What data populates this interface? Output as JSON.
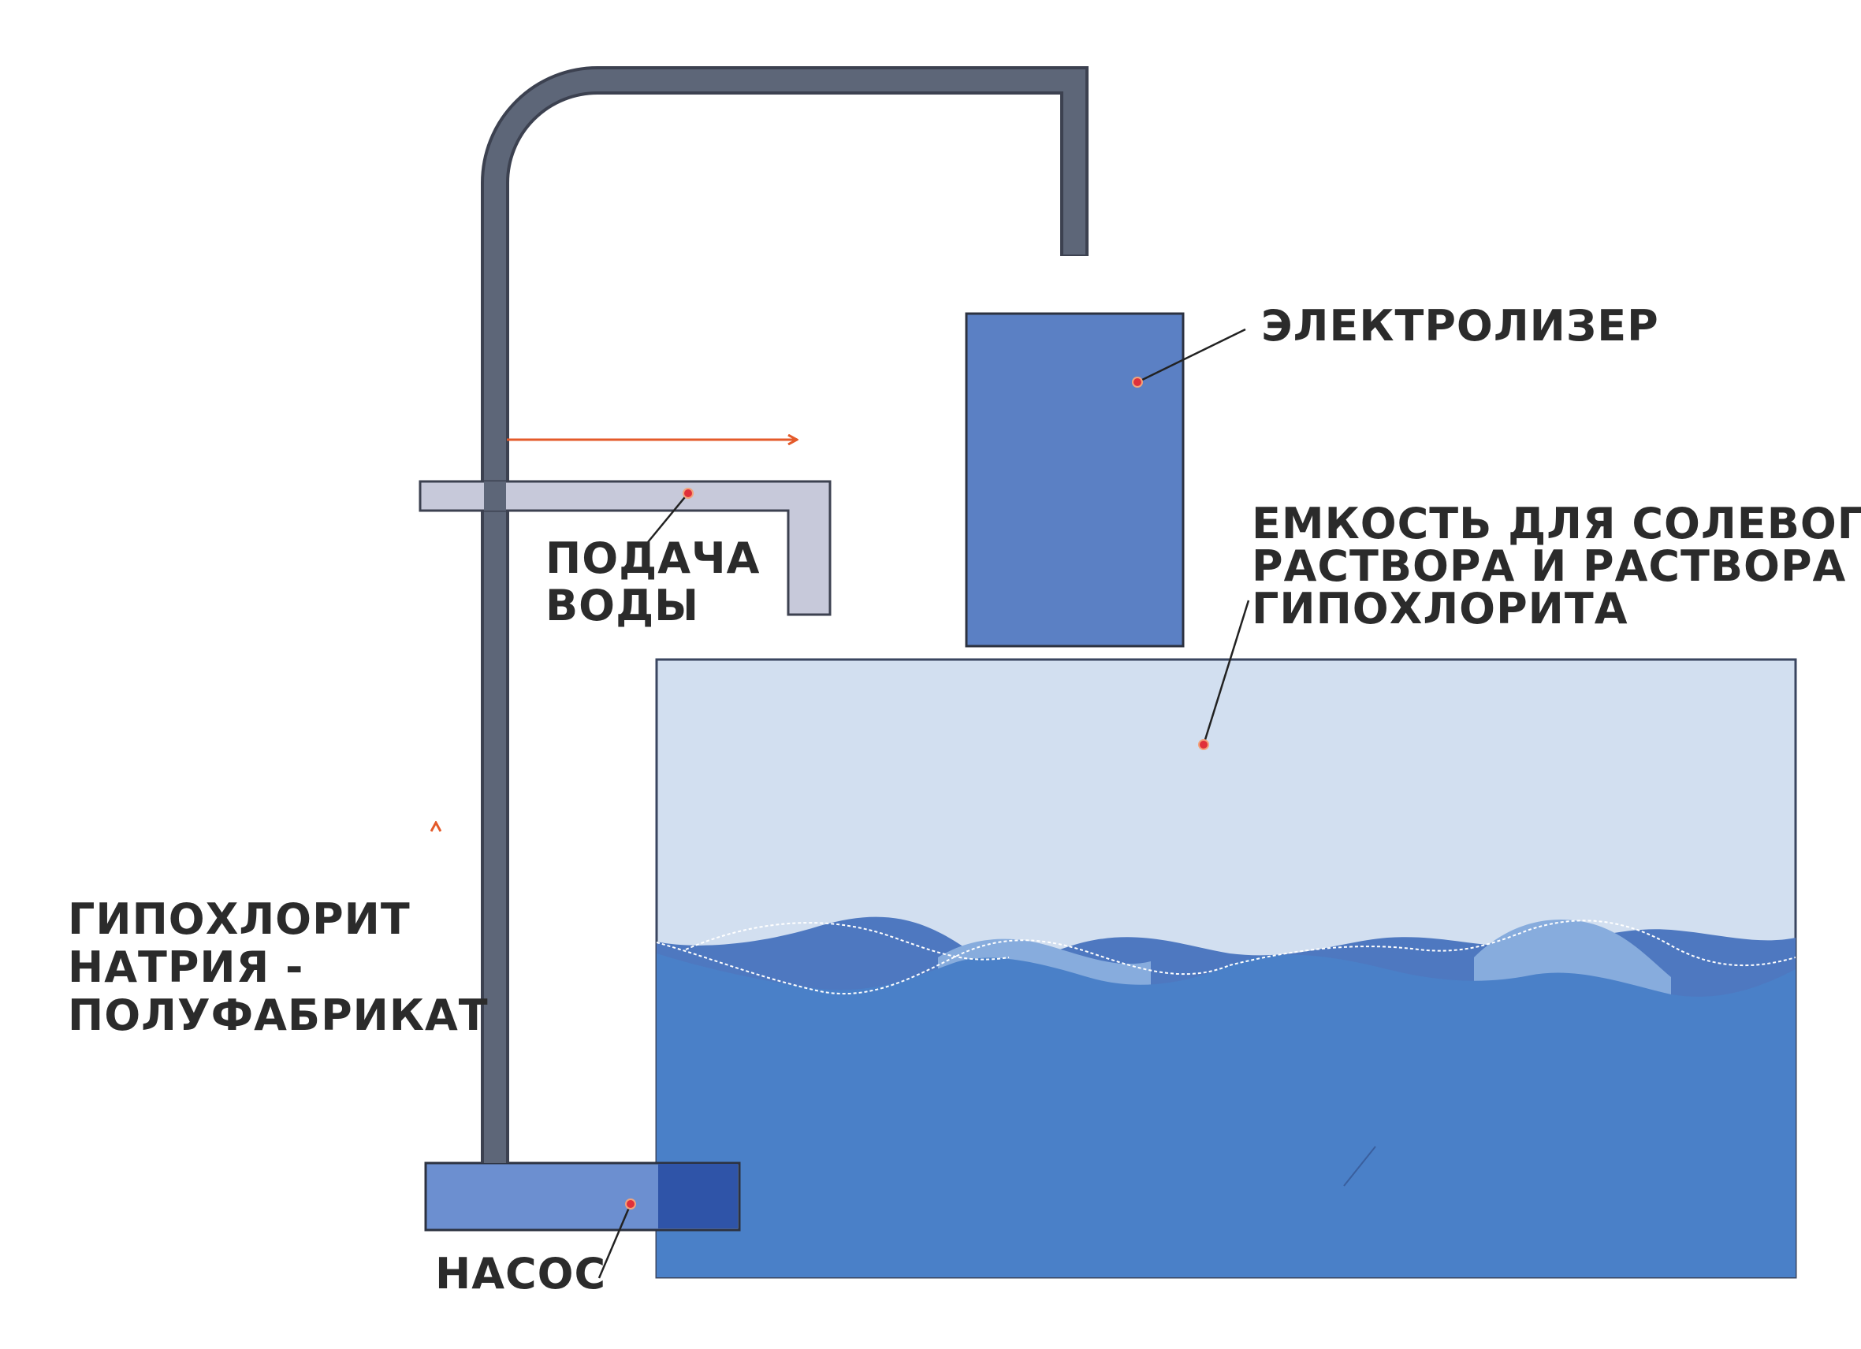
{
  "labels": {
    "electrolyzer": "ЭЛЕКТРОЛИЗЕР",
    "tank": {
      "line1": "ЕМКОСТЬ ДЛЯ СОЛЕВОГО",
      "line2": "РАСТВОРА И РАСТВОРА",
      "line3": "ГИПОХЛОРИТА"
    },
    "water_supply": {
      "line1": "ПОДАЧА",
      "line2": "ВОДЫ"
    },
    "hypochlorite": {
      "line1": "ГИПОХЛОРИТ",
      "line2": "НАТРИЯ -",
      "line3": "ПОЛУФАБРИКАТ"
    },
    "pump": "НАСОС"
  },
  "icons": {
    "flow_arrow": "arrow-icon",
    "callout_dot": "dot-icon"
  },
  "colors": {
    "pipe": "#5d6678",
    "pipe_edge": "#3c4150",
    "water_inlet": "#c7c9da",
    "electrolyzer": "#5b80c4",
    "tank_top": "#d2dff0",
    "tank_water": "#4a80c8",
    "wave_dark": "#4e78c0",
    "wave_light": "#87acdd",
    "pump": "#6c8fd0",
    "pump_overlap": "#2f54a8",
    "arrow": "#e45a2a",
    "callout_dot": "#e0303a",
    "leader": "#222222",
    "text": "#2b2b2b"
  }
}
